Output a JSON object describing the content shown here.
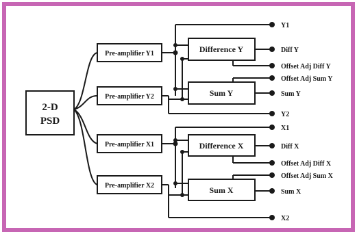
{
  "colors": {
    "frame": "#c766b4",
    "line": "#1a1a1a",
    "box_fill": "#ffffff",
    "background": "#ffffff"
  },
  "diagram": {
    "source": {
      "line1": "2-D",
      "line2": "PSD"
    },
    "preamps": {
      "y1": "Pre-amplifier Y1",
      "y2": "Pre-amplifier Y2",
      "x1": "Pre-amplifier X1",
      "x2": "Pre-amplifier X2"
    },
    "processors": {
      "diff_y": "Difference Y",
      "sum_y": "Sum Y",
      "diff_x": "Difference X",
      "sum_x": "Sum X"
    },
    "outputs": {
      "y1": "Y1",
      "diff_y": "Diff Y",
      "offset_diff_y": "Offset Adj Diff Y",
      "offset_sum_y": "Offset Adj Sum Y",
      "sum_y": "Sum Y",
      "y2": "Y2",
      "x1": "X1",
      "diff_x": "Diff X",
      "offset_diff_x": "Offset Adj Diff X",
      "offset_sum_x": "Offset Adj Sum X",
      "sum_x": "Sum X",
      "x2": "X2"
    }
  }
}
